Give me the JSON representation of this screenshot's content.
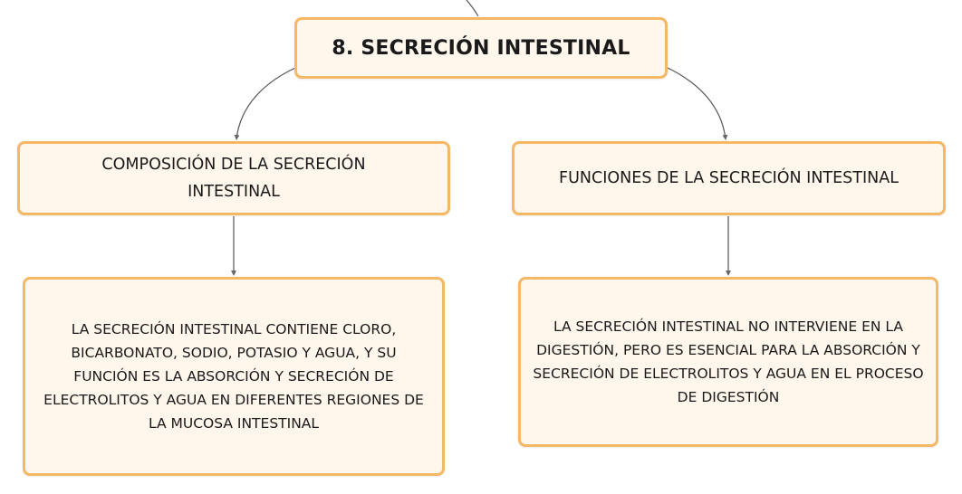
{
  "diagram": {
    "root": {
      "label": "8. SECRECIÓN INTESTINAL"
    },
    "branches": [
      {
        "label": "COMPOSICIÓN DE LA SECRECIÓN INTESTINAL",
        "detail": "LA SECRECIÓN INTESTINAL CONTIENE CLORO, BICARBONATO, SODIO, POTASIO Y AGUA, Y SU FUNCIÓN ES LA ABSORCIÓN Y SECRECIÓN DE ELECTROLITOS Y AGUA EN DIFERENTES REGIONES DE LA MUCOSA INTESTINAL"
      },
      {
        "label": "FUNCIONES DE LA SECRECIÓN INTESTINAL",
        "detail": "LA SECRECIÓN INTESTINAL NO INTERVIENE EN LA DIGESTIÓN, PERO ES ESENCIAL PARA LA ABSORCIÓN Y SECRECIÓN DE ELECTROLITOS Y AGUA EN EL PROCESO DE DIGESTIÓN"
      }
    ],
    "colors": {
      "node_fill": "#fff6ec",
      "node_border": "#f5b865",
      "connector": "#555555",
      "text": "#1a1a1a"
    }
  }
}
